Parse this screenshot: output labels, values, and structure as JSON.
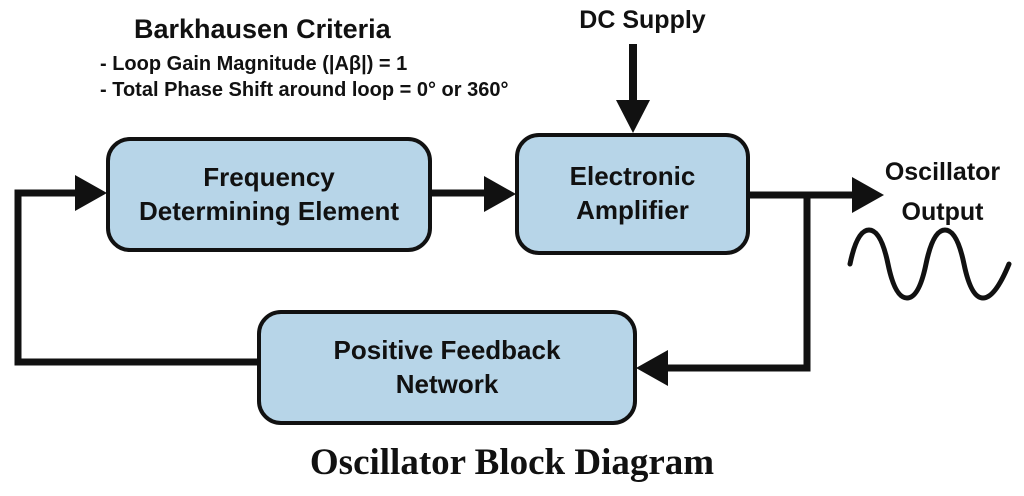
{
  "colors": {
    "block_fill": "#b7d5e8",
    "ink": "#111111",
    "background": "#ffffff"
  },
  "barkhausen": {
    "heading": "Barkhausen Criteria",
    "criteria": [
      "- Loop Gain Magnitude (|Aβ|) = 1",
      "- Total Phase Shift around loop = 0° or 360°"
    ]
  },
  "labels": {
    "dc_supply": "DC Supply",
    "output_line1": "Oscillator",
    "output_line2": "Output",
    "caption": "Oscillator Block Diagram"
  },
  "blocks": {
    "frequency": {
      "line1": "Frequency",
      "line2": "Determining Element"
    },
    "amplifier": {
      "line1": "Electronic",
      "line2": "Amplifier"
    },
    "feedback": {
      "line1": "Positive Feedback",
      "line2": "Network"
    }
  }
}
